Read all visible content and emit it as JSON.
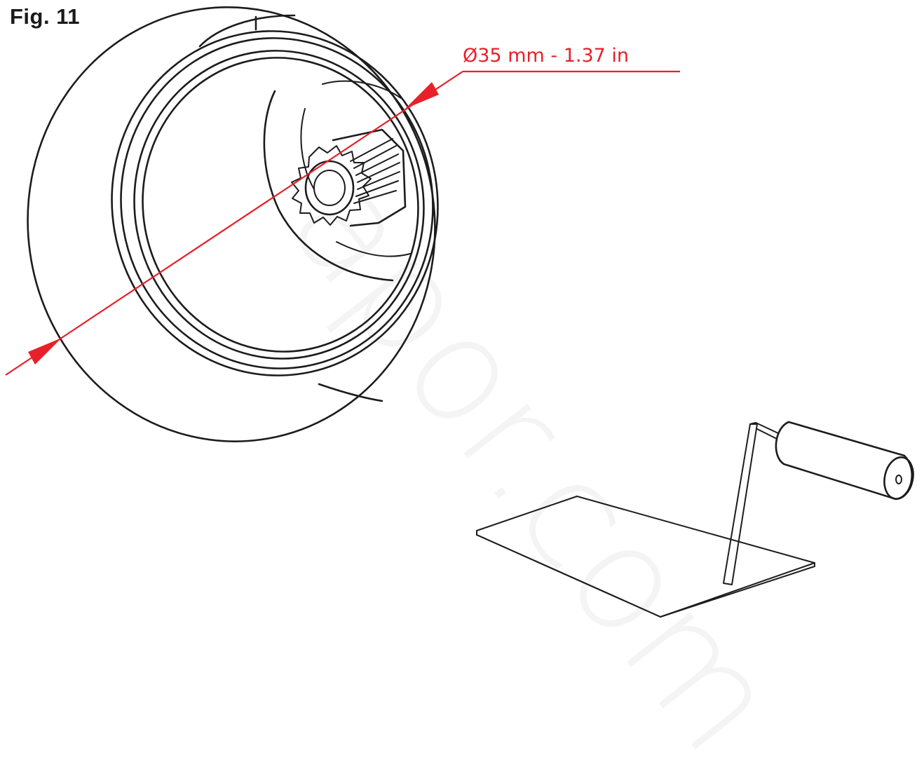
{
  "figure": {
    "label": "Fig. 11",
    "dimension_text": "Ø35 mm - 1.37 in",
    "watermark_text": "apor.com",
    "accent_color": "#e8202a",
    "line_color": "#1c1c1c"
  }
}
